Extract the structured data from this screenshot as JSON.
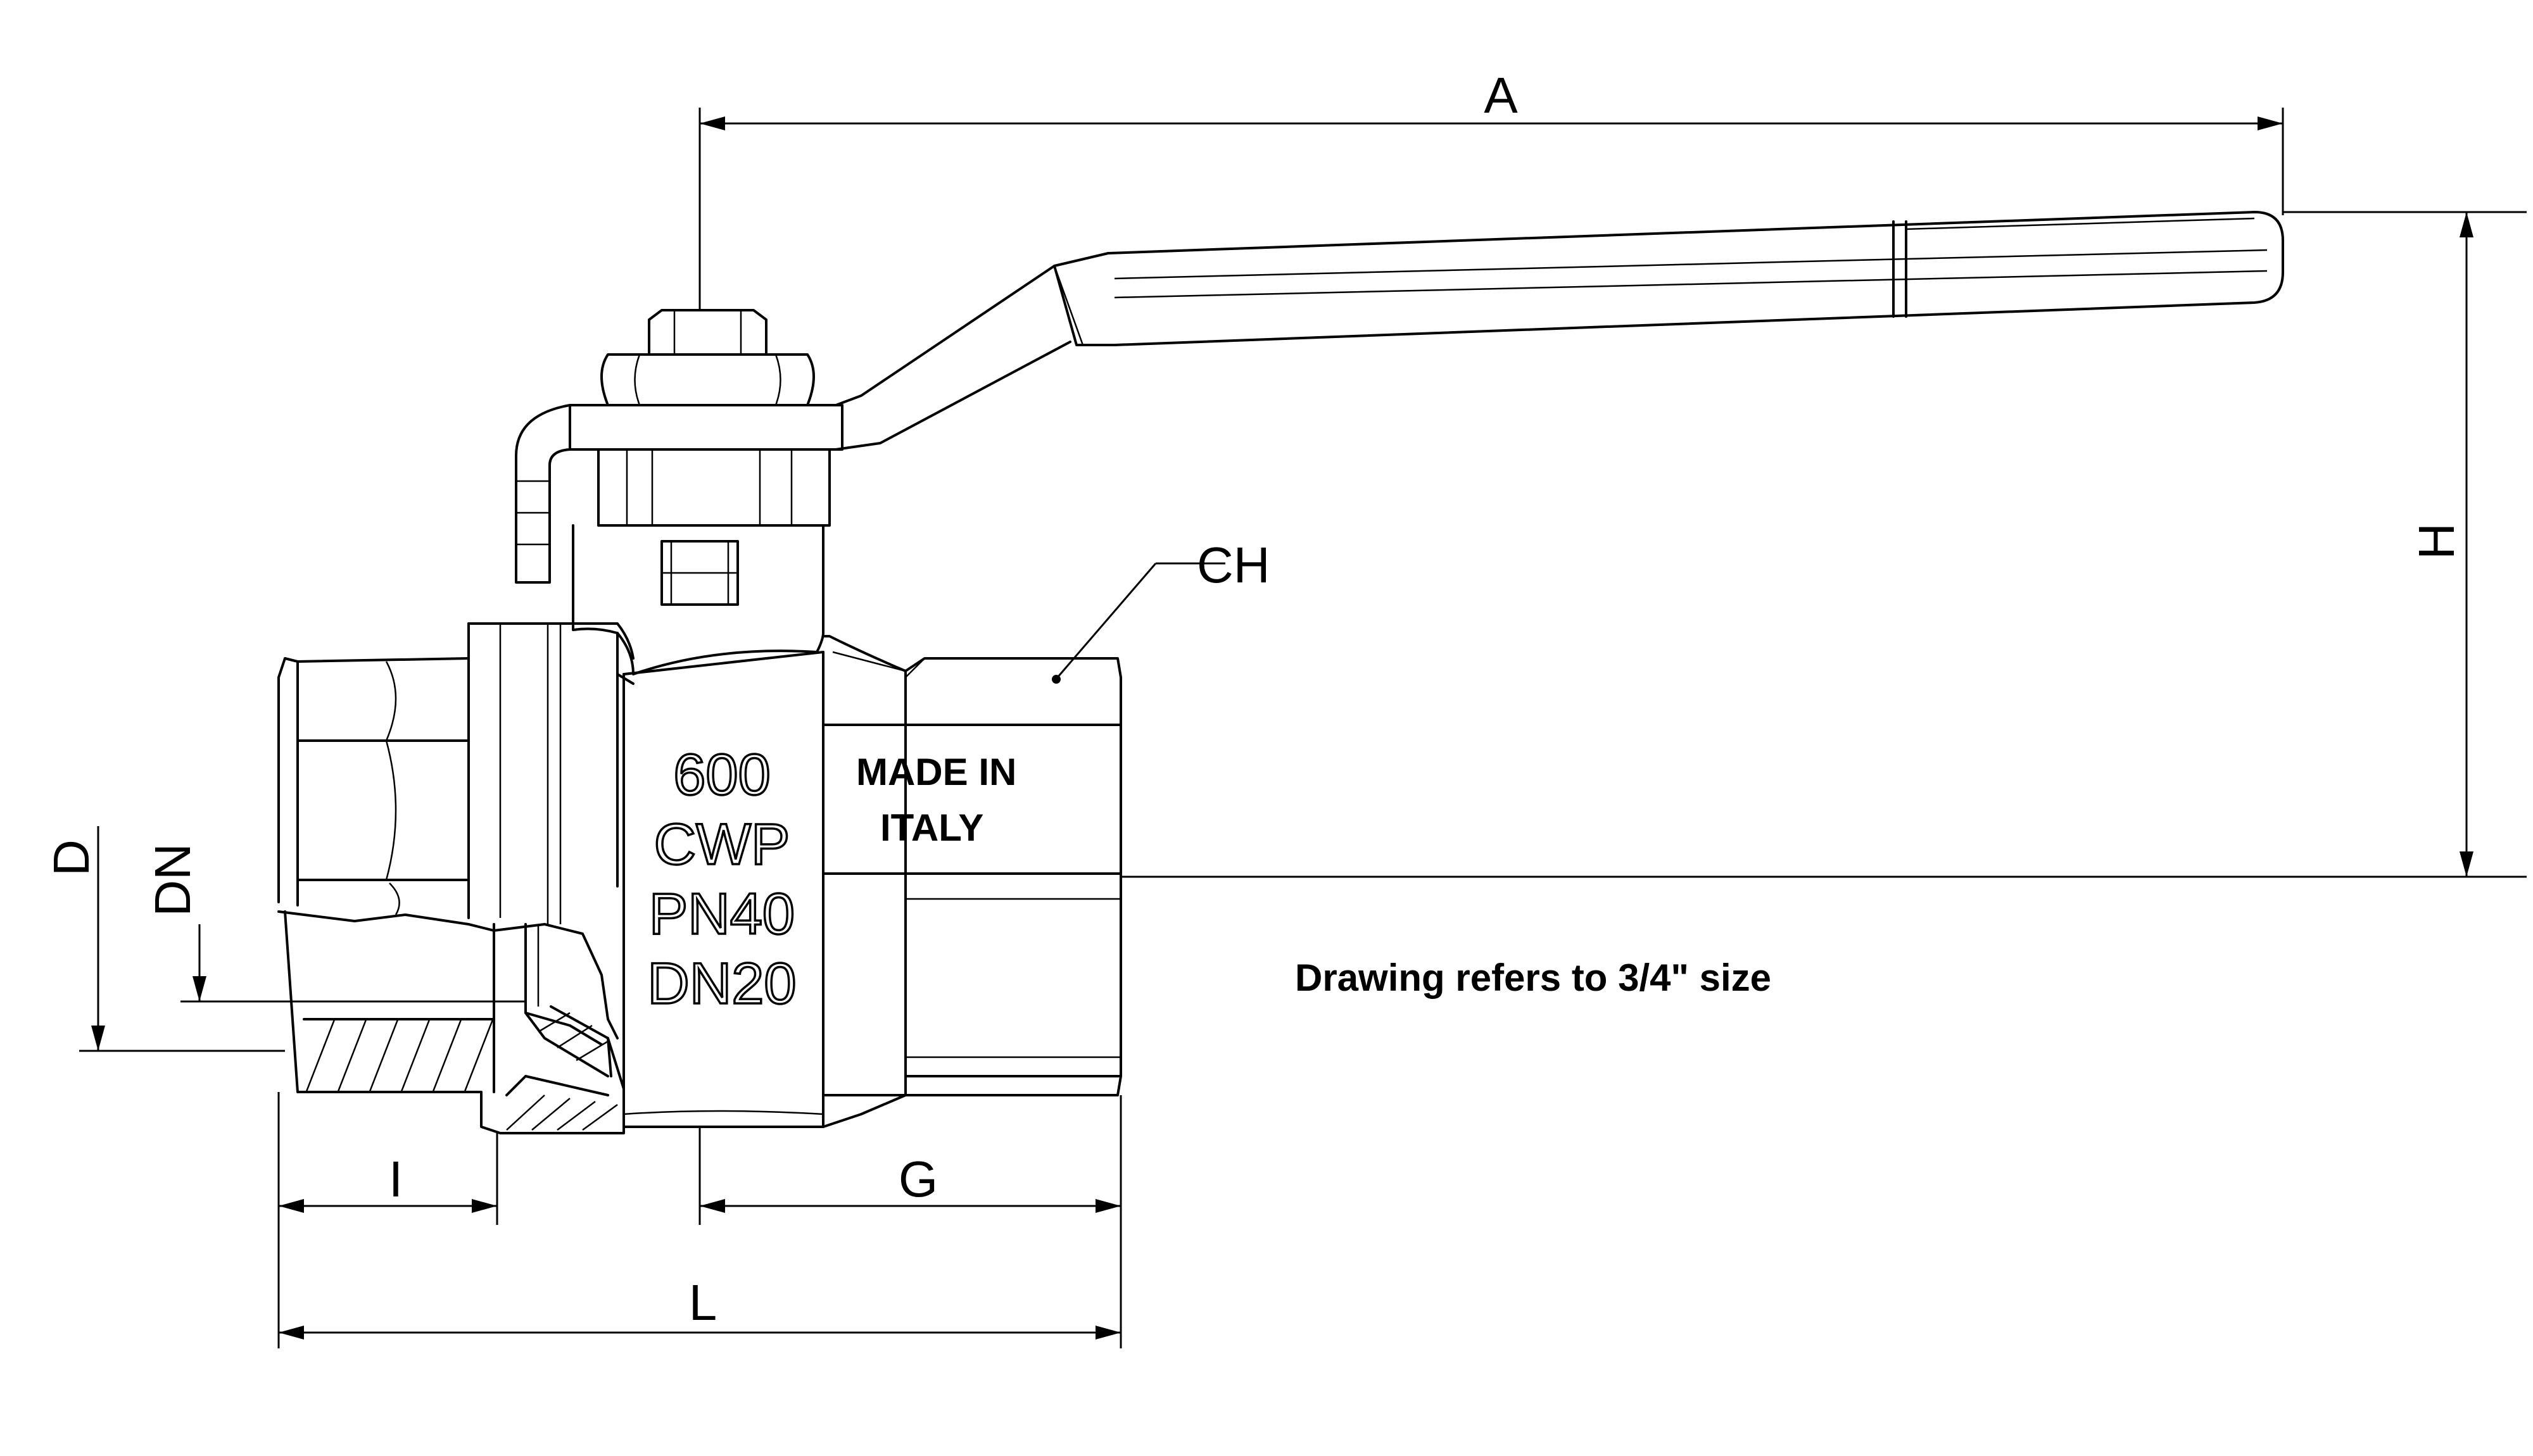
{
  "dimensions": {
    "A": "A",
    "H": "H",
    "CH": "CH",
    "D": "D",
    "DN": "DN",
    "I": "I",
    "G": "G",
    "L": "L"
  },
  "markings": {
    "line1": "600",
    "line2": "CWP",
    "line3": "PN40",
    "line4": "DN20"
  },
  "origin": {
    "line1": "MADE IN",
    "line2": "ITALY"
  },
  "note": "Drawing  refers to 3/4\" size"
}
